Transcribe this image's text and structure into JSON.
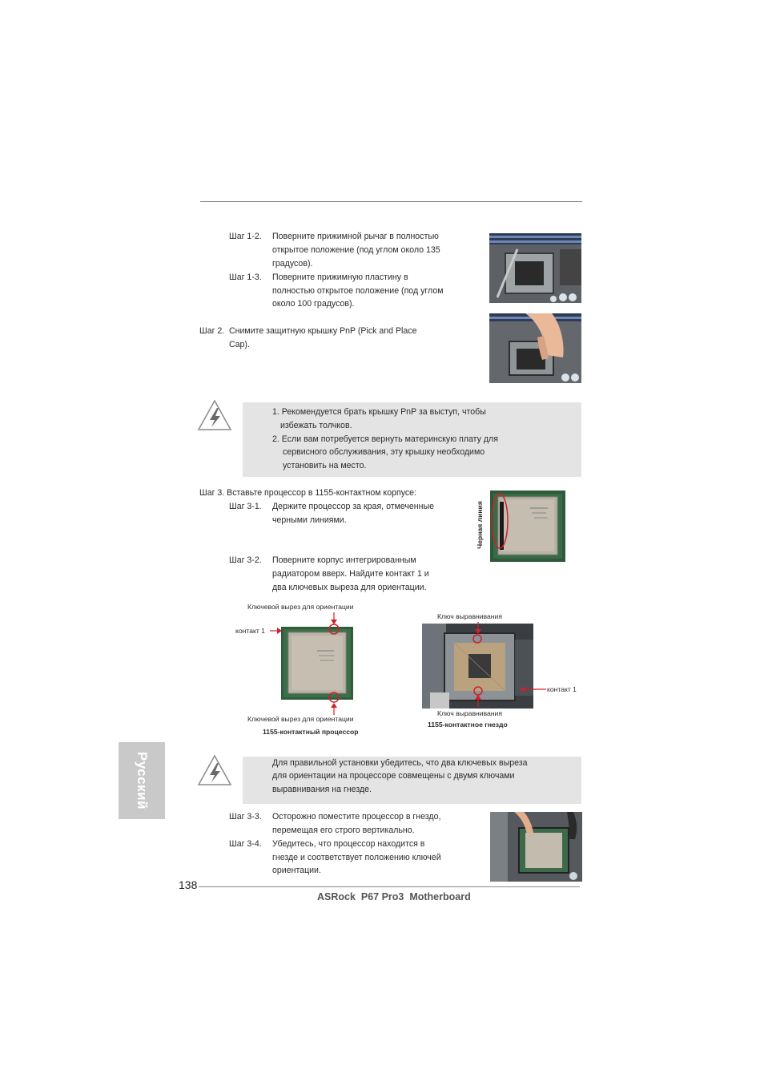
{
  "steps": {
    "s1_2_num": "Шаг 1-2.",
    "s1_2_lines": [
      "Поверните прижимной рычаг в полностью",
      "открытое положение (под углом около 135",
      "градусов)."
    ],
    "s1_3_num": "Шаг 1-3.",
    "s1_3_lines": [
      "Поверните прижимную пластину в",
      "полностью открытое положение (под углом",
      "около 100 градусов)."
    ],
    "s2_num": "Шаг 2.",
    "s2_lines": [
      "Снимите защитную крышку PnP (Pick and Place",
      "Cap)."
    ],
    "s3": "Шаг 3. Вставьте процессор в 1155-контактном корпусе:",
    "s3_1_num": "Шаг 3-1.",
    "s3_1_lines": [
      "Держите процессор за края, отмеченные",
      "черными линиями."
    ],
    "s3_2_num": "Шаг 3-2.",
    "s3_2_lines": [
      "Поверните корпус интегрированным",
      "радиатором вверх. Найдите контакт 1 и",
      "два ключевых выреза для ориентации."
    ],
    "s3_3_num": "Шаг 3-3.",
    "s3_3_lines": [
      "Осторожно поместите процессор в гнездо,",
      "перемещая его строго вертикально."
    ],
    "s3_4_num": "Шаг 3-4.",
    "s3_4_lines": [
      "Убедитесь, что процессор находится в",
      "гнезде и соответствует положению ключей",
      "ориентации."
    ]
  },
  "note1": {
    "lines": [
      "1. Рекомендуется брать крышку PnP за выступ, чтобы",
      "избежать толчков.",
      "2. Если вам потребуется вернуть материнскую плату для",
      "сервисного обслуживания, эту крышку необходимо",
      "установить на место."
    ]
  },
  "note2": {
    "lines": [
      "Для правильной установки убедитесь, что два ключевых выреза",
      "для ориентации на процессоре совмещены с двумя ключами",
      "выравнивания на гнезде."
    ]
  },
  "labels": {
    "black_line": "Черная линия",
    "key_cut_top": "Ключевой вырез для ориентации",
    "pin1_left": "контакт 1",
    "key_cut_bottom": "Ключевой вырез для ориентации",
    "cpu_caption": "1155-контактный процессор",
    "align_key_top": "Ключ выравнивания",
    "pin1_right": "контакт 1",
    "align_key_bottom": "Ключ выравнивания",
    "socket_caption": "1155-контактное гнездо"
  },
  "footer": {
    "page_number": "138",
    "product": "ASRock  P67 Pro3  Motherboard"
  },
  "sidetab": "Русский",
  "colors": {
    "note_bg": "#e4e4e4",
    "marker_red": "#d21f2a",
    "sidetab_bg": "#c9c9c9"
  }
}
